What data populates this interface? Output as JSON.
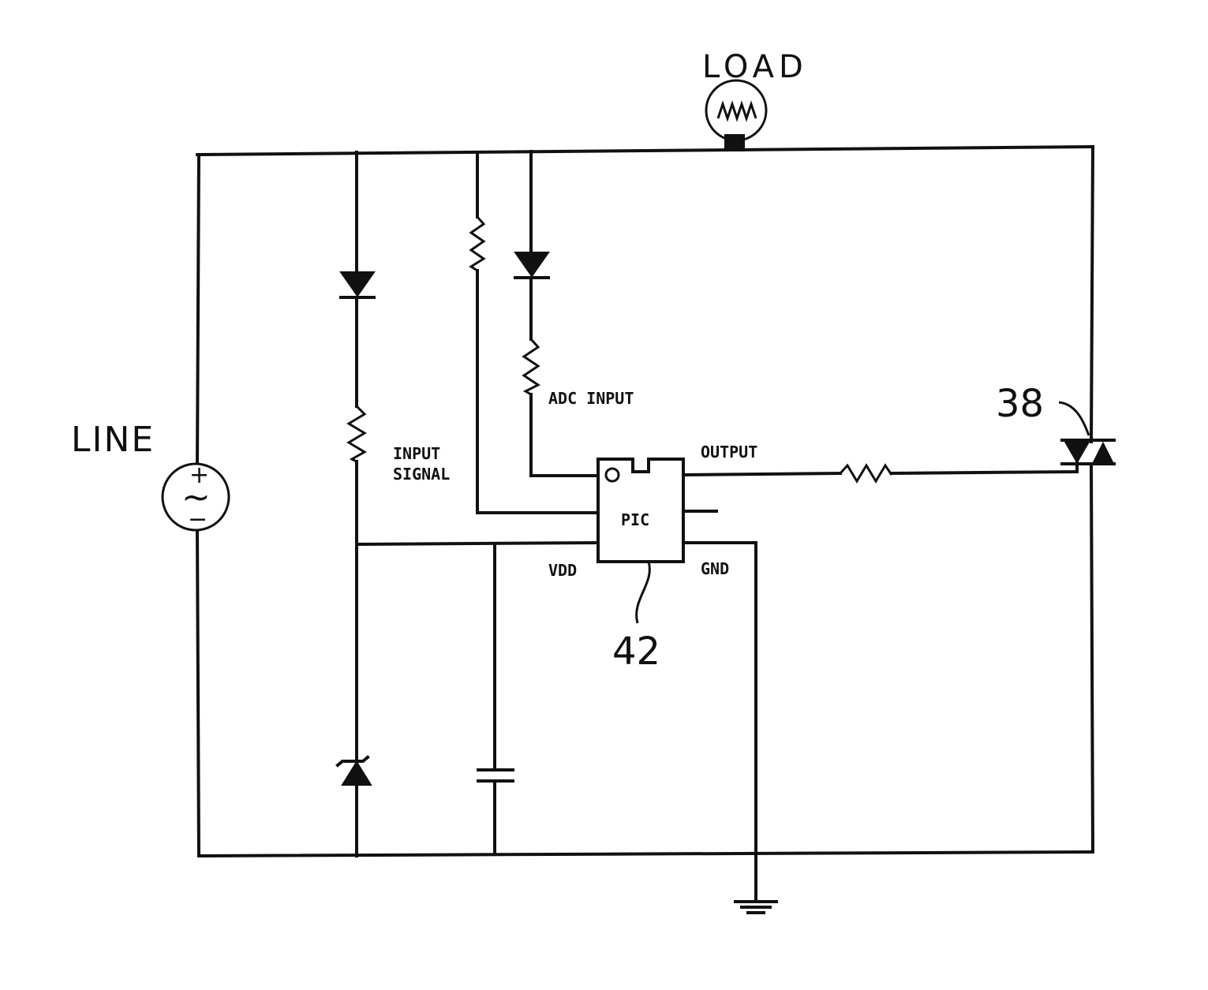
{
  "labels": {
    "load": "LOAD",
    "line": "LINE",
    "adc_input": "ADC INPUT",
    "input_signal_line1": "INPUT",
    "input_signal_line2": "SIGNAL",
    "output": "OUTPUT",
    "pic": "PIC",
    "vdd": "VDD",
    "gnd": "GND",
    "ref_triac": "38",
    "ref_pic": "42",
    "source_plus": "+",
    "source_minus": "−",
    "source_tilde": "~"
  },
  "colors": {
    "ink": "#111111",
    "paper": "#ffffff"
  }
}
